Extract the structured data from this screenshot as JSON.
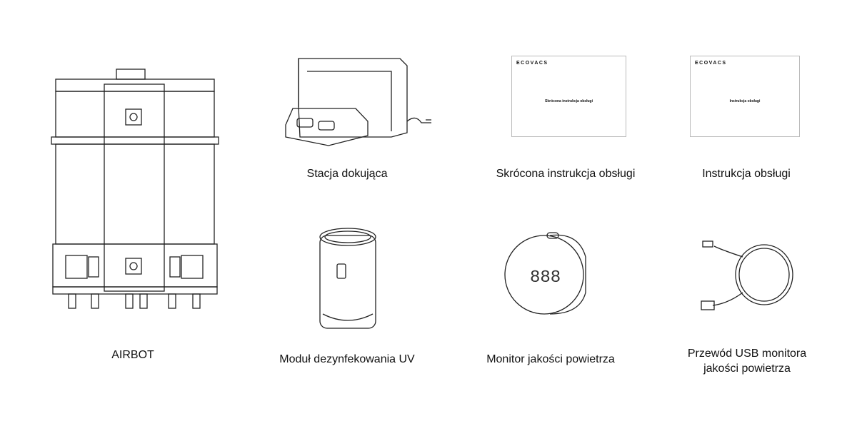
{
  "items": [
    {
      "label": "AIRBOT"
    },
    {
      "label": "Stacja dokująca"
    },
    {
      "label": "Skrócona instrukcja obsługi",
      "cover_logo": "ECOVACS",
      "cover_title": "Skrócona instrukcja obsługi"
    },
    {
      "label": "Instrukcja obsługi",
      "cover_logo": "ECOVACS",
      "cover_title": "Instrukcja obsługi"
    },
    {
      "label": "Moduł dezynfekowania UV"
    },
    {
      "label": "Monitor jakości powietrza",
      "display": "888"
    },
    {
      "label_line1": "Przewód USB monitora",
      "label_line2": "jakości powietrza"
    }
  ]
}
